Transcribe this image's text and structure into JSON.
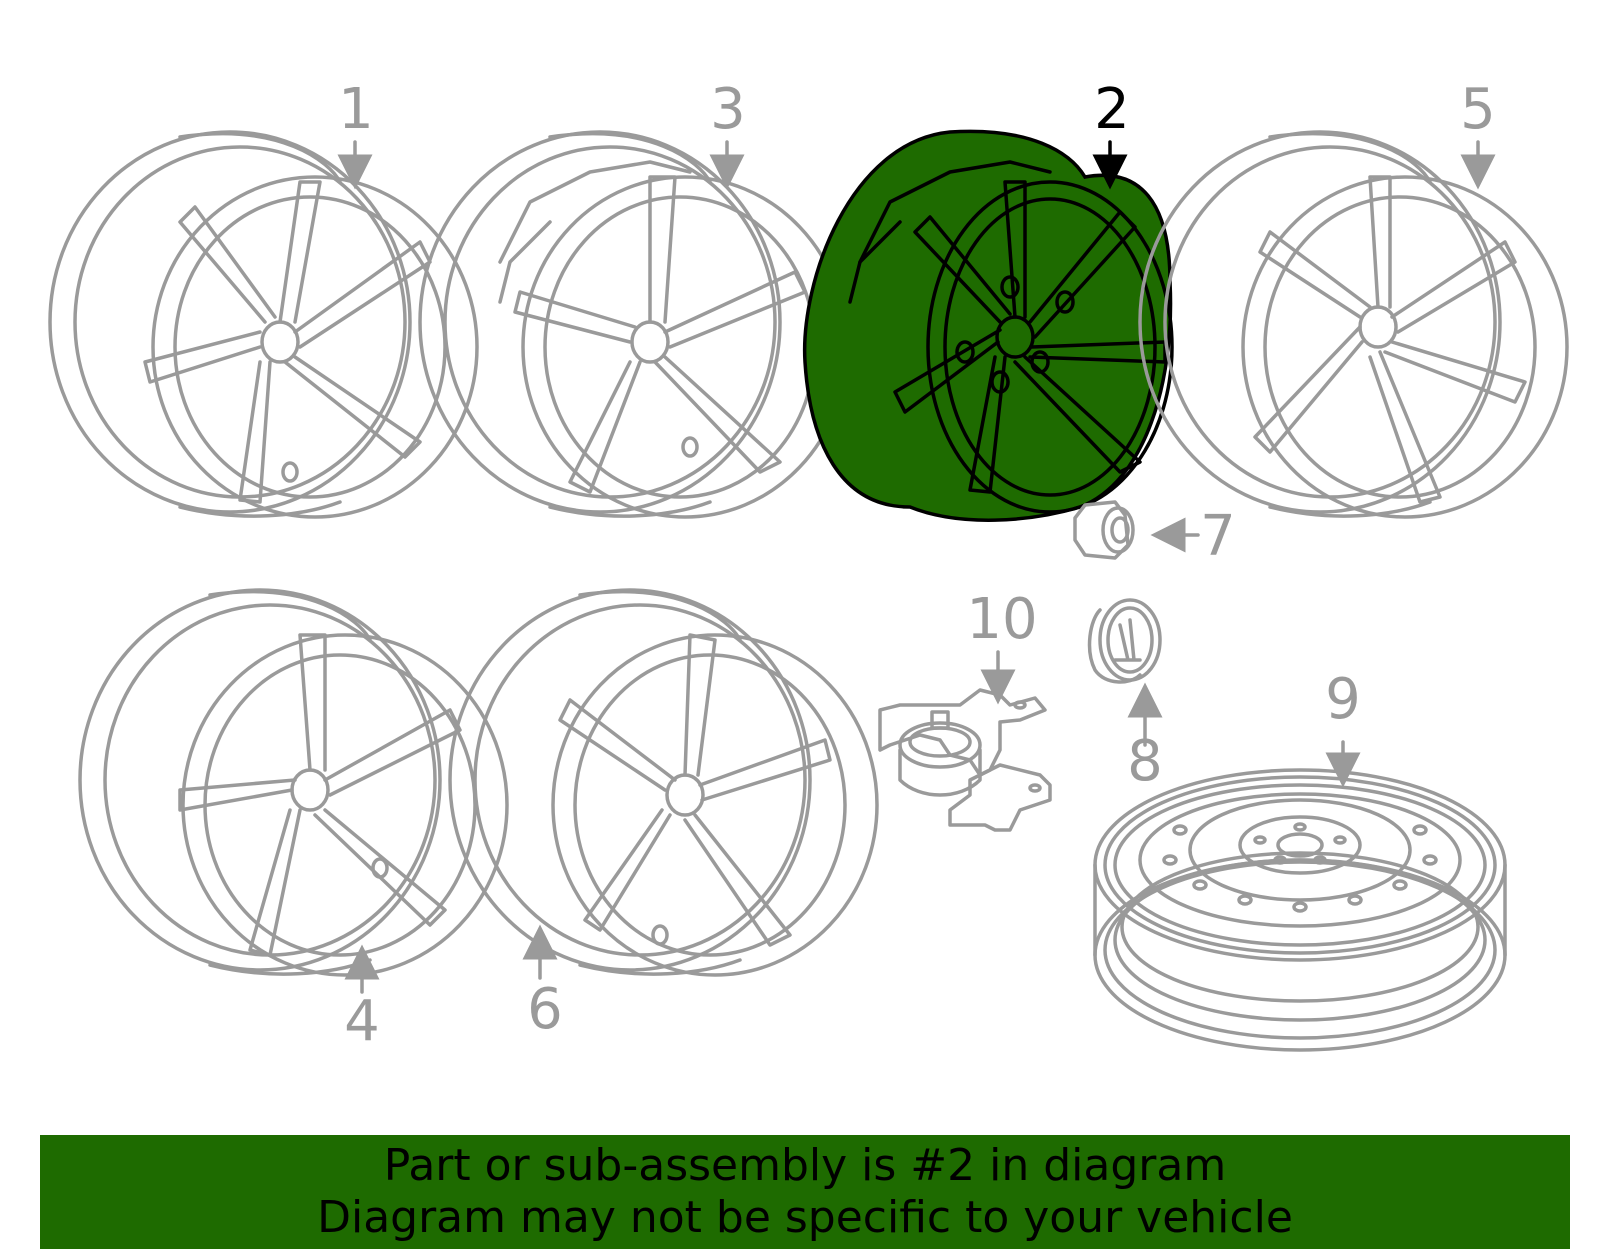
{
  "colors": {
    "highlight": "#1e6b00",
    "part_line": "#9a9a9a",
    "highlight_line": "#000000",
    "banner_bg": "#1e6b00",
    "banner_text": "#000000"
  },
  "callouts": [
    {
      "id": "1",
      "label": "1",
      "highlighted": false
    },
    {
      "id": "2",
      "label": "2",
      "highlighted": true
    },
    {
      "id": "3",
      "label": "3",
      "highlighted": false
    },
    {
      "id": "4",
      "label": "4",
      "highlighted": false
    },
    {
      "id": "5",
      "label": "5",
      "highlighted": false
    },
    {
      "id": "6",
      "label": "6",
      "highlighted": false
    },
    {
      "id": "7",
      "label": "7",
      "highlighted": false
    },
    {
      "id": "8",
      "label": "8",
      "highlighted": false
    },
    {
      "id": "9",
      "label": "9",
      "highlighted": false
    },
    {
      "id": "10",
      "label": "10",
      "highlighted": false
    }
  ],
  "banner": {
    "line1": "Part or sub-assembly is #2 in diagram",
    "line2": "Diagram may not be specific to your vehicle"
  }
}
